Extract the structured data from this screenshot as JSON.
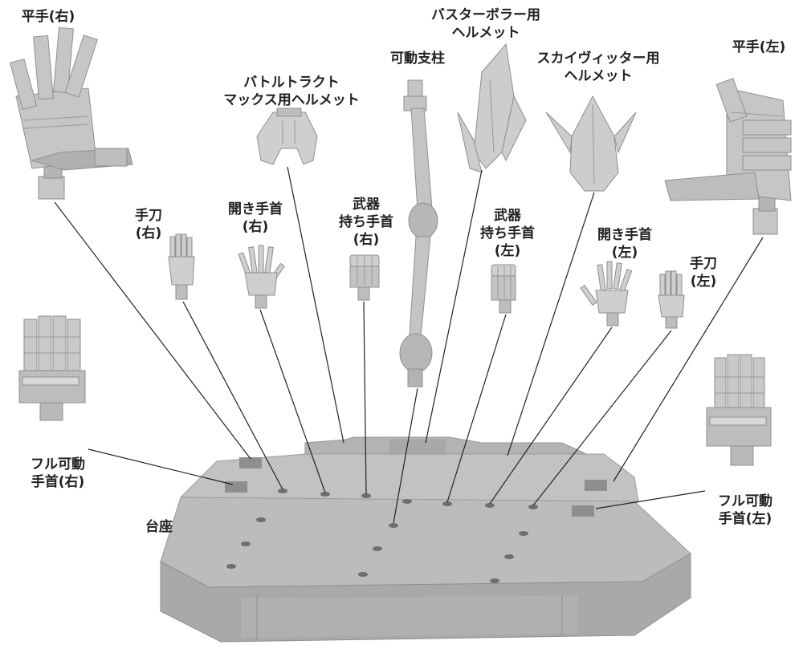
{
  "labels": {
    "palm_right": {
      "lines": [
        "平手(右)"
      ]
    },
    "battle_helmet": {
      "lines": [
        "バトルトラクト",
        "マックス用ヘルメット"
      ]
    },
    "stand": {
      "lines": [
        "可動支柱"
      ]
    },
    "buster_helmet": {
      "lines": [
        "バスターボラー用",
        "ヘルメット"
      ]
    },
    "sky_helmet": {
      "lines": [
        "スカイヴィッター用",
        "ヘルメット"
      ]
    },
    "palm_left": {
      "lines": [
        "平手(左)"
      ]
    },
    "knife_right": {
      "lines": [
        "手刀",
        "(右)"
      ]
    },
    "open_right": {
      "lines": [
        "開き手首",
        "(右)"
      ]
    },
    "weapon_right": {
      "lines": [
        "武器",
        "持ち手首",
        "(右)"
      ]
    },
    "weapon_left": {
      "lines": [
        "武器",
        "持ち手首",
        "(左)"
      ]
    },
    "open_left": {
      "lines": [
        "開き手首",
        "(左)"
      ]
    },
    "knife_left": {
      "lines": [
        "手刀",
        "(左)"
      ]
    },
    "full_right": {
      "lines": [
        "フル可動",
        "手首(右)"
      ]
    },
    "full_left": {
      "lines": [
        "フル可動",
        "手首(左)"
      ]
    },
    "base": {
      "lines": [
        "台座"
      ]
    }
  },
  "colors": {
    "part_fill": "#c9c9c9",
    "part_shade": "#a9a9a9",
    "part_light": "#e2e2e2",
    "base_top": "#bdbdbd",
    "base_side": "#a5a5a5",
    "leader_line": "#222222",
    "label_text": "#222222"
  }
}
